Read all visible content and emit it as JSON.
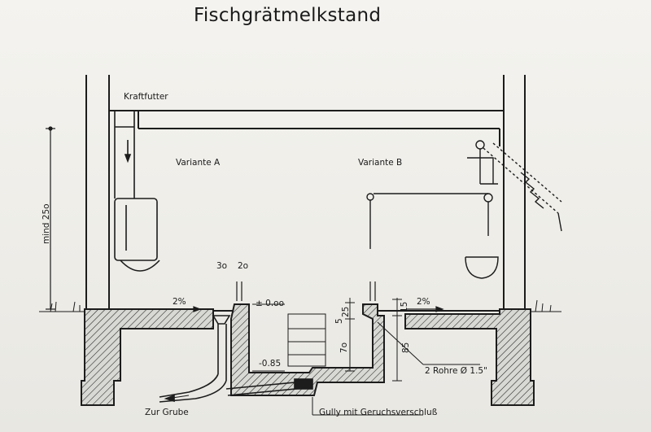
{
  "title": "Fischgrätmelkstand",
  "labels": {
    "feed": "Kraftfutter",
    "variant_a": "Variante A",
    "variant_b": "Variante B",
    "min_height": "mind 25o",
    "dim_30": "3o",
    "dim_20": "2o",
    "level_zero": "± 0.oo",
    "slope_left": "2%",
    "slope_right": "2%",
    "dim_25": "25",
    "dim_15": "15",
    "dim_5": "5",
    "dim_70": "7o",
    "dim_85": "85",
    "level_low": "-0.85",
    "pipes": "2 Rohre Ø 1.5\"",
    "to_pit": "Zur Grube",
    "gully": "Gully mit Geruchsverschluß"
  }
}
